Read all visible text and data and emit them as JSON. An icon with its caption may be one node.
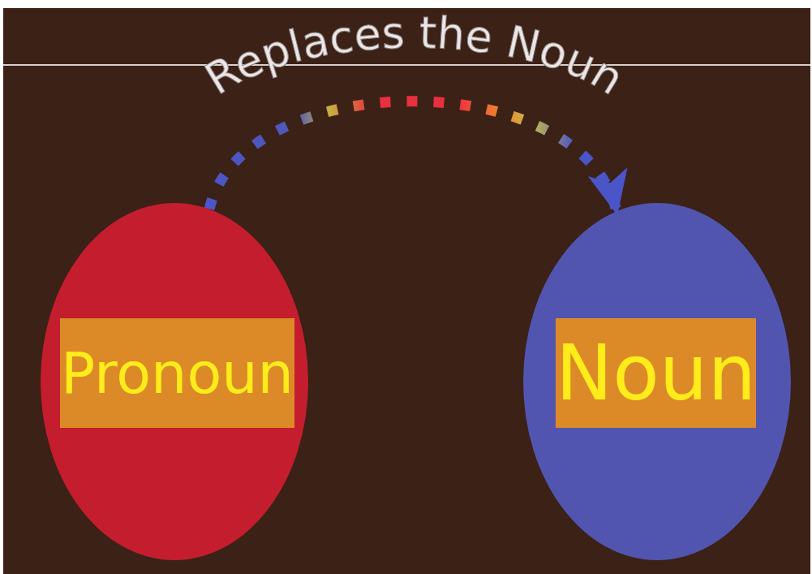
{
  "diagram": {
    "nodes": [
      {
        "text": [],
        "shape": "circle"
      },
      {
        "text": [
          "Pronoun"
        ],
        "in": 0
      },
      {
        "text": [],
        "shape": "circle"
      },
      {
        "text": [
          "Noun"
        ],
        "in": 2
      }
    ],
    "edges": [
      {
        "from": 0,
        "to": 2,
        "arrow": "to",
        "label": "Replaces the Noun",
        "style": "dashed"
      }
    ]
  }
}
